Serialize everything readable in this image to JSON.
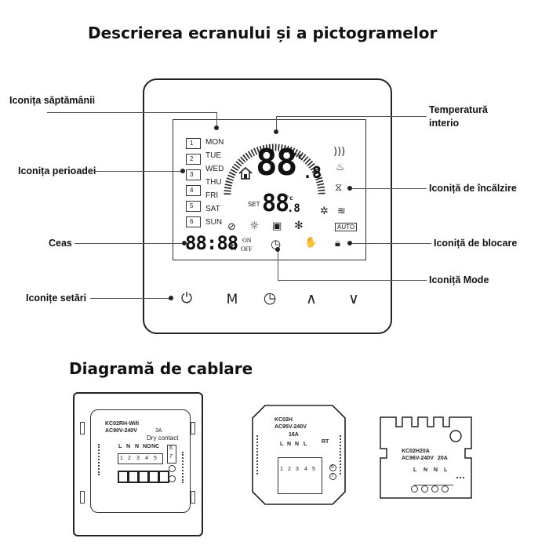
{
  "headings": {
    "top": "Descrierea ecranului și a pictogramelor",
    "wiring": "Diagramă de cablare"
  },
  "callouts": {
    "week_icon": "Iconița săptămânii",
    "period_icon": "Iconița perioadei",
    "clock": "Ceas",
    "settings_icons": "Iconițe setări",
    "indoor_temp_line1": "Temperatură",
    "indoor_temp_line2": "interio",
    "heating_icon": "Iconiță de încălzire",
    "lock_icon": "Iconiță de blocare",
    "mode_icon": "Iconiță  Mode"
  },
  "display": {
    "days": [
      "MON",
      "TUE",
      "WED",
      "THU",
      "FRI",
      "SAT",
      "SUN"
    ],
    "periods": [
      "1",
      "2",
      "3",
      "4",
      "5",
      "6"
    ],
    "room_temp": "88",
    "room_temp_decimal": ".8",
    "temp_unit": "°c",
    "set_label": "SET",
    "set_temp": "88",
    "set_temp_decimal": ".8",
    "set_unit": "°c",
    "clock_time": "88:88",
    "clock_h": "h",
    "on_label": "ON",
    "off_label": "OFF",
    "auto_label": "AUTO"
  },
  "buttons": [
    {
      "name": "power-button",
      "glyph": "⏻"
    },
    {
      "name": "mode-button",
      "glyph": "M"
    },
    {
      "name": "clock-button",
      "glyph": "◷"
    },
    {
      "name": "up-button",
      "glyph": "∧"
    },
    {
      "name": "down-button",
      "glyph": "∨"
    }
  ],
  "wiring": {
    "left": {
      "model": "KC02RH-Wifi",
      "voltage": "AC90V-240V",
      "current": "3A",
      "dry_contact": "Dry contact",
      "terminal_labels": [
        "L",
        "N",
        "N",
        "NO",
        "NC"
      ],
      "terminal_numbers": [
        "1",
        "2",
        "3",
        "4",
        "5"
      ],
      "side_numbers": [
        "6",
        "7"
      ]
    },
    "middle": {
      "model": "KC02H",
      "voltage": "AC95V-240V",
      "current": "16A",
      "terminal_labels": [
        "L",
        "N",
        "N",
        "L"
      ],
      "terminal_numbers": [
        "1",
        "2",
        "3",
        "4",
        "5"
      ],
      "rt_label": "RT",
      "side_numbers": [
        "6",
        "7"
      ]
    },
    "right": {
      "model": "KC02H20A",
      "voltage": "AC96V-240V",
      "current": "20A",
      "terminal_labels": [
        "L",
        "N",
        "N",
        "L"
      ]
    }
  }
}
